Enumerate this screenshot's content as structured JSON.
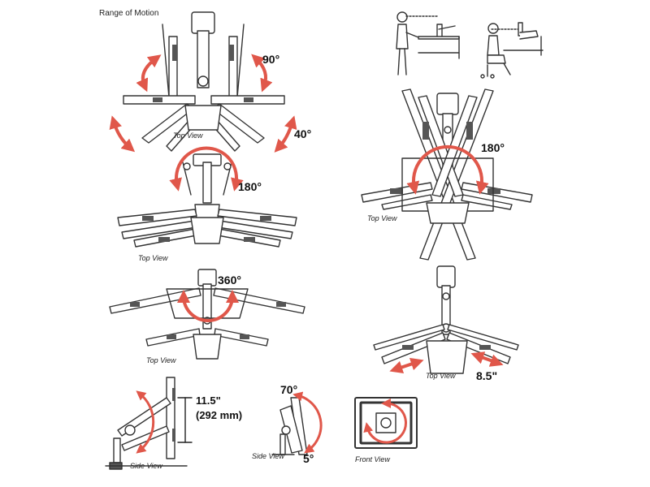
{
  "title": "Range of Motion",
  "views": {
    "top": "Top View",
    "side": "Side View",
    "front": "Front View"
  },
  "degrees": {
    "tilt_90": "90°",
    "tilt_40": "40°",
    "rotate_180_left": "180°",
    "rotate_360": "360°",
    "rotate_180_right": "180°",
    "tilt_70": "70°",
    "tilt_5": "5°"
  },
  "measurements": {
    "height_in": "11.5\"",
    "height_mm": "(292 mm)",
    "extension": "8.5\""
  },
  "colors": {
    "arrow": "#e0574a",
    "line": "#333333",
    "fill": "#ffffff",
    "dark": "#555555"
  }
}
